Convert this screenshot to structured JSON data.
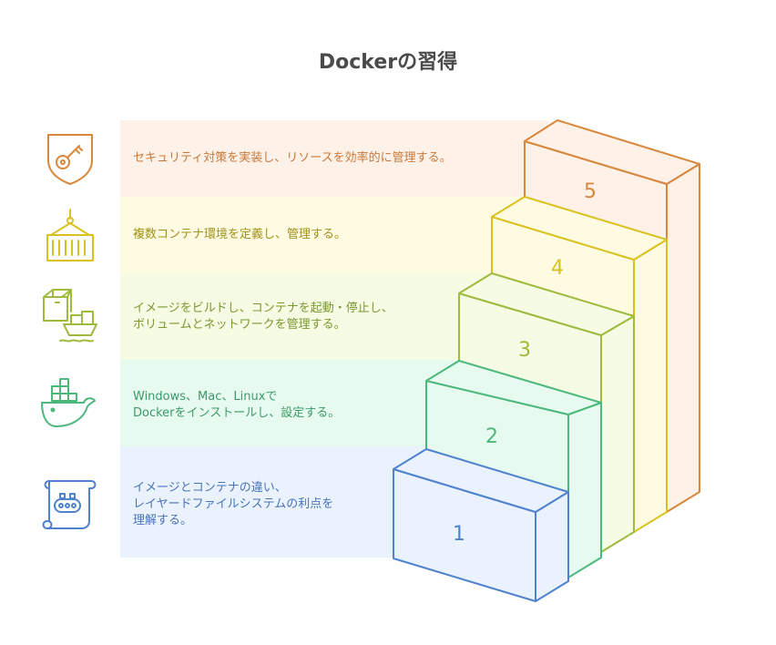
{
  "title": "Dockerの習得",
  "steps": [
    {
      "number": "5",
      "lines": [
        "セキュリティ対策を実装し、リソースを効率的に管理する。"
      ],
      "icon": "security-key-shield-icon",
      "color": "#d9873c",
      "band_color": "#fef1e8"
    },
    {
      "number": "4",
      "lines": [
        "複数コンテナ環境を定義し、管理する。"
      ],
      "icon": "container-crane-icon",
      "color": "#d9c21f",
      "band_color": "#fefbe2"
    },
    {
      "number": "3",
      "lines": [
        "イメージをビルドし、コンテナを起動・停止し、",
        "ボリュームとネットワークを管理する。"
      ],
      "icon": "container-ship-icon",
      "color": "#9dbb3c",
      "band_color": "#f6fbe4"
    },
    {
      "number": "2",
      "lines": [
        "Windows、Mac、Linuxで",
        "Dockerをインストールし、設定する。"
      ],
      "icon": "docker-whale-icon",
      "color": "#4cb87c",
      "band_color": "#e6faf0"
    },
    {
      "number": "1",
      "lines": [
        "イメージとコンテナの違い、",
        "レイヤードファイルシステムの利点を",
        "理解する。"
      ],
      "icon": "layered-filesystem-scroll-icon",
      "color": "#4f82cf",
      "band_color": "#eaf2fd"
    }
  ]
}
